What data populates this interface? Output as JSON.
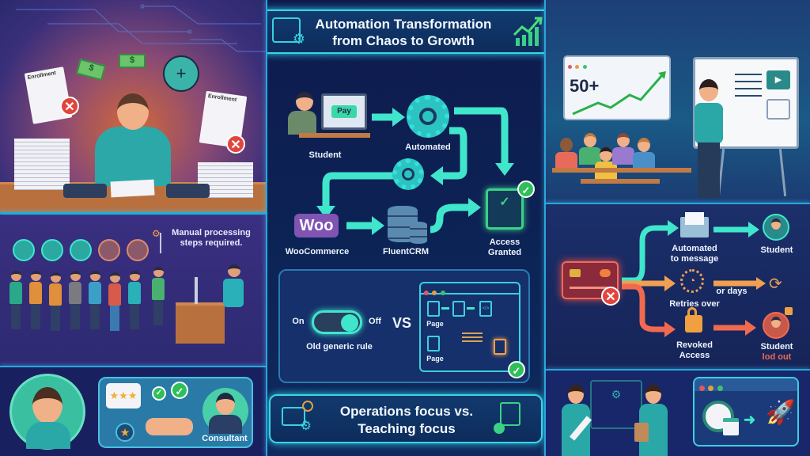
{
  "header": {
    "title_line1": "Automation Transformation",
    "title_line2": "from Chaos to Growth",
    "left_icon": "settings-window-icon",
    "right_icon": "growth-chart-icon"
  },
  "chaos_panel": {
    "documents": [
      {
        "label": "Enrollment",
        "status": "rejected"
      },
      {
        "label": "Enrollment",
        "status": "rejected"
      }
    ],
    "icons": [
      "cash-icon",
      "cash-icon",
      "add-user-icon",
      "phone-icon",
      "phone-icon",
      "paper-stack-icon"
    ]
  },
  "queue_panel": {
    "caption_line1": "Manual processing",
    "caption_line2": "steps required.",
    "queue_people_count": 8,
    "bubbles": [
      "user-icon",
      "user-icon",
      "user-icon",
      "user-icon",
      "document-icon"
    ]
  },
  "consult_panel": {
    "label": "Consultant",
    "icons": [
      "rating-stars-icon",
      "check-icon",
      "check-icon",
      "star-icon",
      "handshake-icon"
    ]
  },
  "flow": {
    "nodes": {
      "student": "Student",
      "pay_button": "Pay",
      "automated": "Automated",
      "woocommerce_logo": "Woo",
      "woocommerce": "WooCommerce",
      "fluentcrm": "FluentCRM",
      "access_line1": "Access",
      "access_line2": "Granted"
    }
  },
  "compare": {
    "toggle_on": "On",
    "toggle_off": "Off",
    "toggle_caption": "Old generic rule",
    "vs": "VS",
    "page_label_1": "Page",
    "page_label_2": "Page"
  },
  "footer_center": {
    "line1": "Operations focus vs.",
    "line2": "Teaching focus"
  },
  "classroom": {
    "stat": "50+",
    "chart_trend": "up"
  },
  "failure_flow": {
    "branches": [
      {
        "step_line1": "Automated",
        "step_line2": "to message",
        "result": "Student",
        "color": "#3fe6cc"
      },
      {
        "step_line1": "Retries over",
        "step_line2": "",
        "mid_label": "or days",
        "result": "retry-icon",
        "color": "#f0a050"
      },
      {
        "step_line1": "Revoked",
        "step_line2": "Access",
        "result": "Student",
        "result_sub": "lod out",
        "color": "#f06a50"
      }
    ]
  },
  "colors": {
    "teal": "#3fe6cc",
    "cyan_border": "#39d6e6",
    "orange": "#f0a050",
    "red": "#e2453d",
    "green": "#2fbf5a",
    "woo_purple": "#7f54b3"
  }
}
